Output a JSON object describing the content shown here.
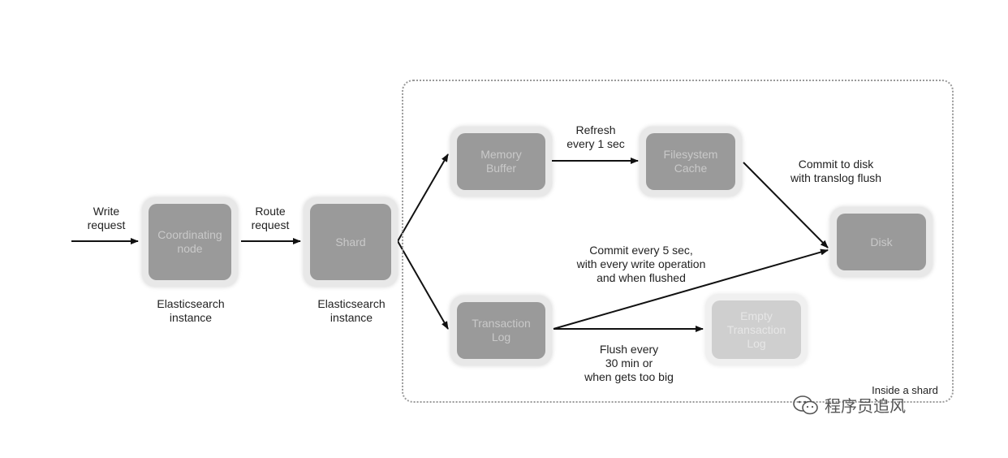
{
  "boxes": {
    "coordinating": "Coordinating\nnode",
    "shard": "Shard",
    "memory_buffer": "Memory\nBuffer",
    "filesystem_cache": "Filesystem\nCache",
    "disk": "Disk",
    "transaction_log": "Transaction\nLog",
    "empty_transaction_log": "Empty\nTransaction\nLog"
  },
  "labels": {
    "write_request": "Write\nrequest",
    "route_request": "Route\nrequest",
    "es_instance_1": "Elasticsearch\ninstance",
    "es_instance_2": "Elasticsearch\ninstance",
    "refresh": "Refresh\nevery 1 sec",
    "commit_to_disk": "Commit to disk\nwith translog flush",
    "commit_every": "Commit every 5 sec,\nwith every write operation\nand when flushed",
    "flush_every": "Flush every\n30 min or\nwhen gets too big",
    "inside_shard": "Inside a shard"
  },
  "watermark": {
    "text": "程序员追风",
    "icon": "wechat-icon"
  },
  "colors": {
    "box_inner": "#9a9a9a",
    "box_outer": "#e8e8e8",
    "arrow": "#111111",
    "frame": "#9a9a9a"
  }
}
